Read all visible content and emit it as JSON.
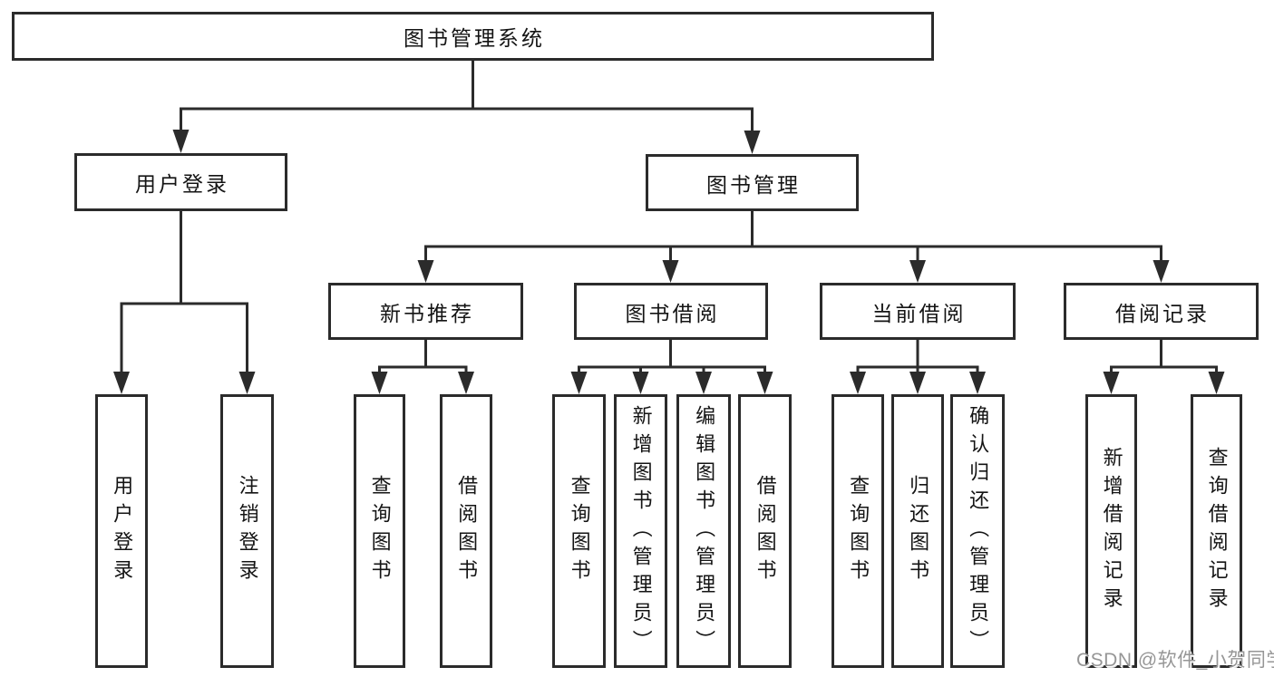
{
  "colors": {
    "background": "#ffffff",
    "line": "#2b2b2b",
    "box_border": "#2b2b2b",
    "text": "#141414",
    "watermark": "#969696"
  },
  "tree": {
    "root": {
      "label": "图书管理系统"
    },
    "branches": [
      {
        "label": "用户登录",
        "children": [
          "用户登录",
          "注销登录"
        ]
      },
      {
        "label": "图书管理",
        "children": [
          {
            "label": "新书推荐",
            "children": [
              "查询图书",
              "借阅图书"
            ]
          },
          {
            "label": "图书借阅",
            "children": [
              "查询图书",
              "新增图书（管理员）",
              "编辑图书（管理员）",
              "借阅图书"
            ]
          },
          {
            "label": "当前借阅",
            "children": [
              "查询图书",
              "归还图书",
              "确认归还（管理员）"
            ]
          },
          {
            "label": "借阅记录",
            "children": [
              "新增借阅记录",
              "查询借阅记录"
            ]
          }
        ]
      }
    ]
  },
  "watermark": {
    "text": "CSDN @软件_小贺同学"
  }
}
